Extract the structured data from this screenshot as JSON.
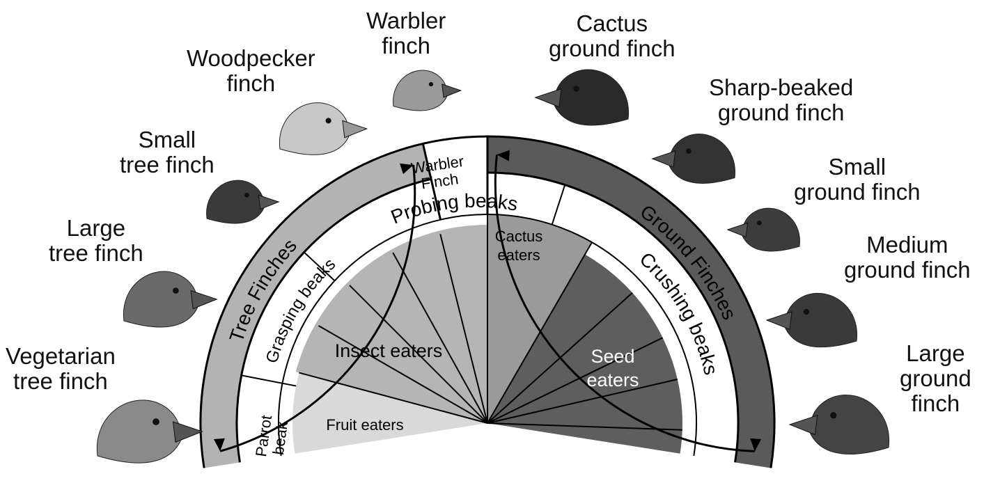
{
  "bands": {
    "tree": "Tree Finches",
    "ground": "Ground Finches",
    "warbler": [
      "Warbler",
      "Finch"
    ]
  },
  "beak_types": {
    "grasping": "Grasping beaks",
    "probing": "Probing beaks",
    "crushing": "Crushing beaks",
    "parrot": [
      "Parrot",
      "beak"
    ]
  },
  "diets": {
    "fruit": "Fruit eaters",
    "insect": "Insect eaters",
    "cactus": [
      "Cactus",
      "eaters"
    ],
    "seed": [
      "Seed",
      "eaters"
    ]
  },
  "species": {
    "vegetarian_tree": [
      "Vegetarian",
      "tree finch"
    ],
    "large_tree": [
      "Large",
      "tree finch"
    ],
    "small_tree": [
      "Small",
      "tree finch"
    ],
    "woodpecker": [
      "Woodpecker",
      "finch"
    ],
    "warbler": [
      "Warbler",
      "finch"
    ],
    "cactus_ground": [
      "Cactus",
      "ground finch"
    ],
    "sharp_beaked_ground": [
      "Sharp-beaked",
      "ground finch"
    ],
    "small_ground": [
      "Small",
      "ground finch"
    ],
    "medium_ground": [
      "Medium",
      "ground finch"
    ],
    "large_ground": [
      "Large",
      "ground",
      "finch"
    ]
  },
  "colors": {
    "tree_band": "#b3b3b3",
    "ground_band": "#5a5a5a",
    "fruit_fill": "#d9d9d9",
    "insect_fill": "#b5b5b5",
    "cactus_fill": "#9a9a9a",
    "seed_fill": "#5e5e5e"
  }
}
